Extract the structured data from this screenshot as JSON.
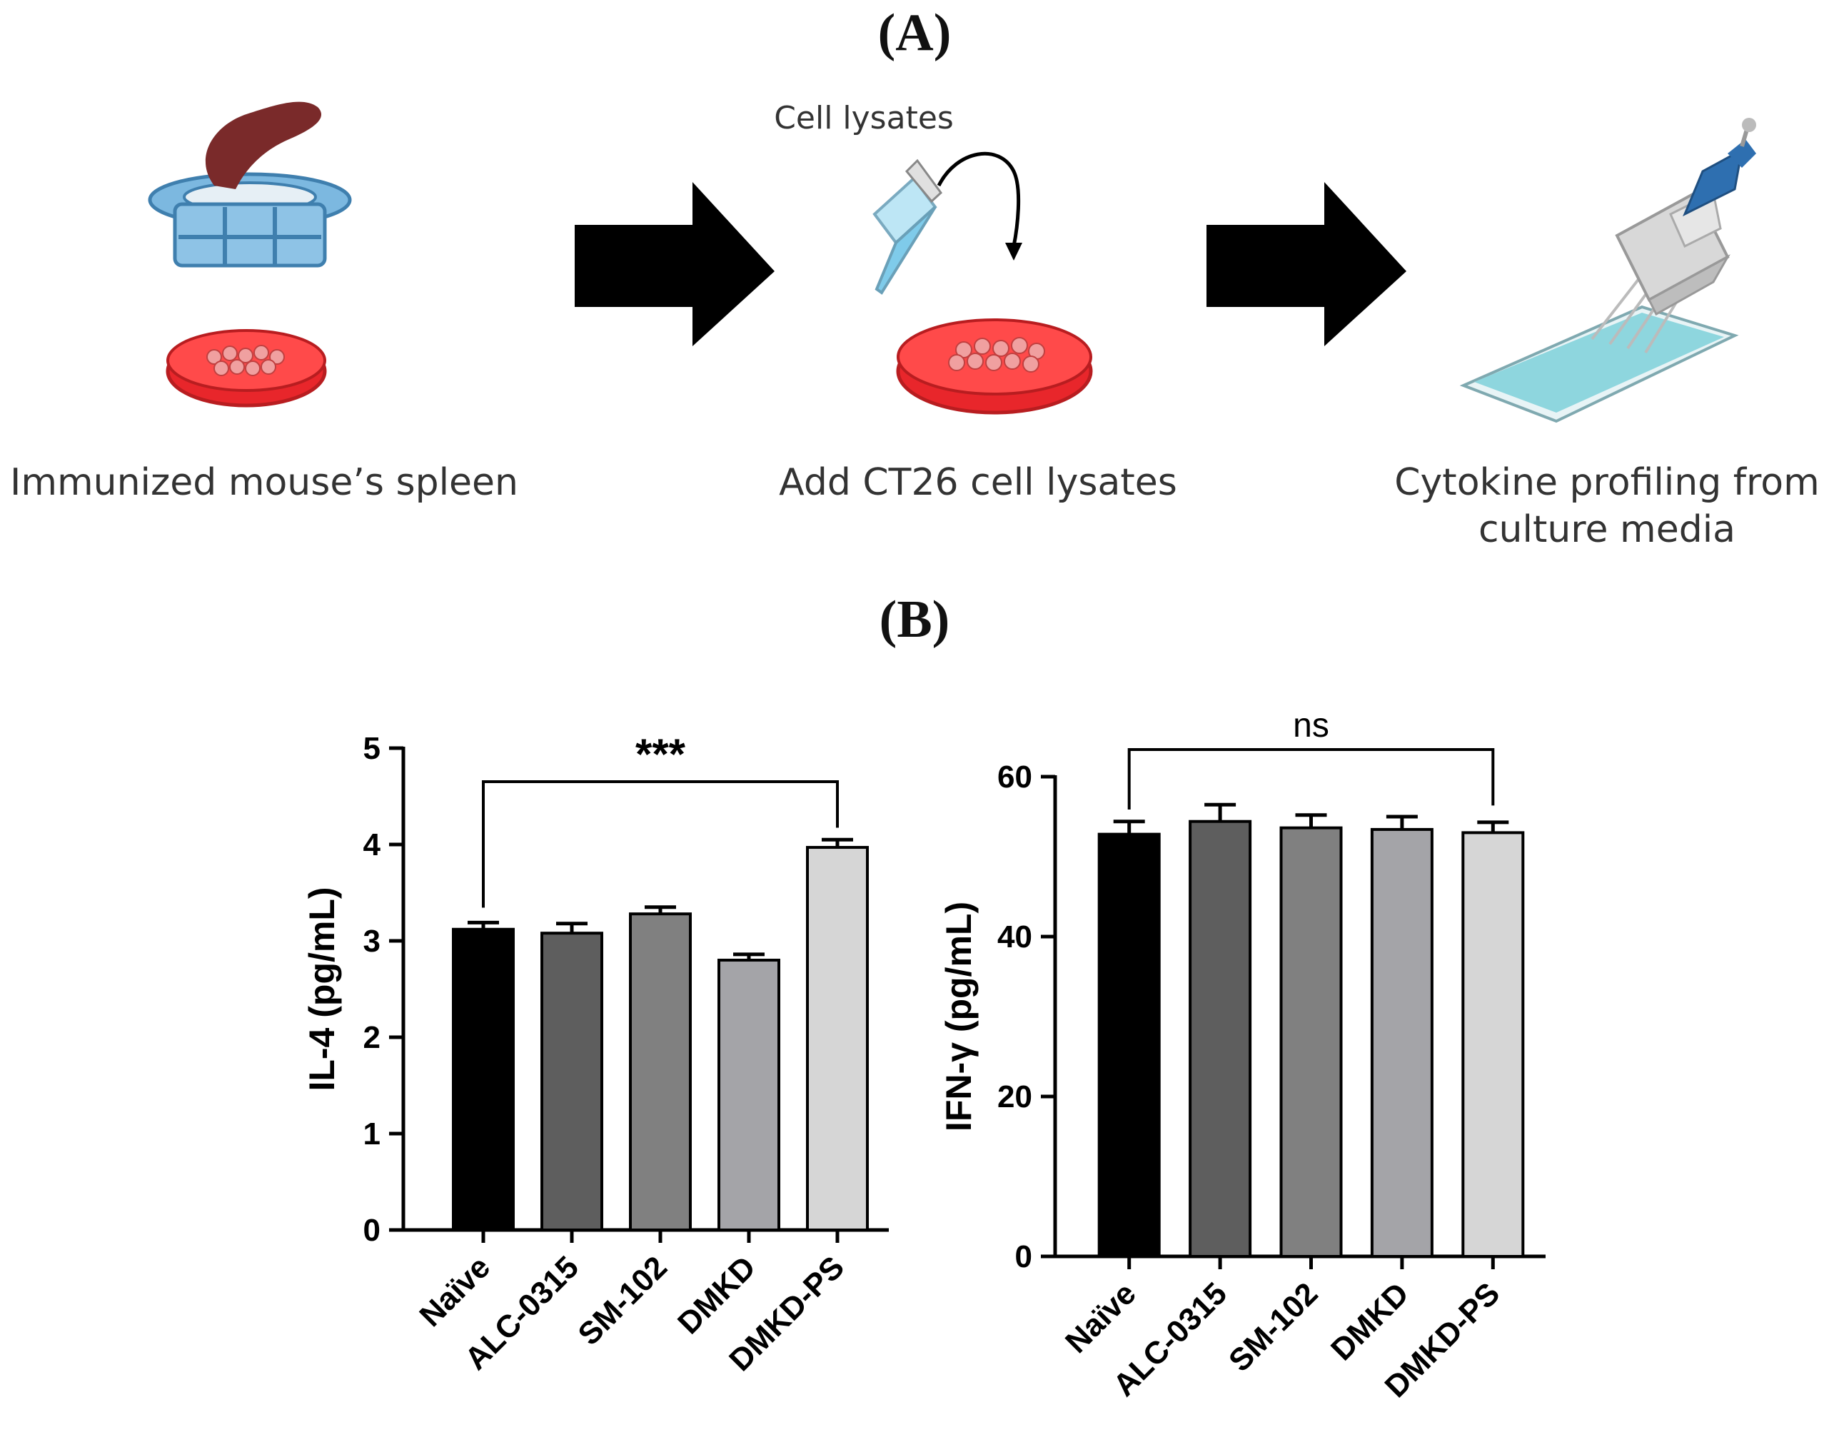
{
  "panel_a": {
    "label": "(A)",
    "lysate_label": "Cell lysates",
    "steps": [
      {
        "caption": "Immunized mouse’s spleen"
      },
      {
        "caption": "Add CT26 cell lysates"
      },
      {
        "caption": "Cytokine profiling from\nculture media"
      }
    ]
  },
  "panel_b": {
    "label": "(B)"
  },
  "colors": {
    "bars": [
      "#000000",
      "#5e5e5e",
      "#808080",
      "#a4a4a8",
      "#d6d6d6"
    ],
    "dish": "#e8262b",
    "strainer": "#5f9fd0",
    "spleen": "#7a2a2a",
    "pipette": "#2e6fb0",
    "plate": "#8ed6de"
  },
  "chart_data": [
    {
      "type": "bar",
      "categories": [
        "Naïve",
        "ALC-0315",
        "SM-102",
        "DMKD",
        "DMKD-PS"
      ],
      "values": [
        3.12,
        3.08,
        3.28,
        2.8,
        3.97
      ],
      "errors": [
        0.07,
        0.1,
        0.07,
        0.06,
        0.08
      ],
      "ylabel": "IL-4 (pg/mL)",
      "ylim": [
        0,
        5
      ],
      "yticks": [
        "0",
        "1",
        "2",
        "3",
        "4",
        "5"
      ],
      "significance": {
        "from": "Naïve",
        "to": "DMKD-PS",
        "label": "***"
      }
    },
    {
      "type": "bar",
      "categories": [
        "Naïve",
        "ALC-0315",
        "SM-102",
        "DMKD",
        "DMKD-PS"
      ],
      "values": [
        52.8,
        54.4,
        53.6,
        53.4,
        53.0
      ],
      "errors": [
        1.6,
        2.1,
        1.6,
        1.6,
        1.3
      ],
      "ylabel": "IFN-γ (pg/mL)",
      "ylim": [
        0,
        60
      ],
      "yticks": [
        "0",
        "20",
        "40",
        "60"
      ],
      "significance": {
        "from": "Naïve",
        "to": "DMKD-PS",
        "label": "ns"
      }
    }
  ]
}
